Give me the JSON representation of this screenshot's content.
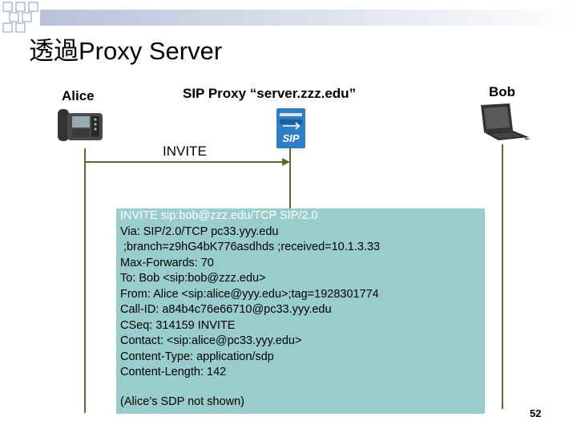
{
  "slide": {
    "title": "透過Proxy Server",
    "page_number": "52"
  },
  "actors": {
    "alice": "Alice",
    "proxy": "SIP Proxy “server.zzz.edu”",
    "bob": "Bob"
  },
  "icons": {
    "alice_device": "ip-phone-icon",
    "proxy_device": "sip-server-icon",
    "bob_device": "laptop-icon",
    "server_logo_text": "SIP"
  },
  "message": {
    "arrow_label": "INVITE",
    "lines": [
      "INVITE sip:bob@zzz.edu/TCP SIP/2.0",
      "Via: SIP/2.0/TCP pc33.yyy.edu",
      " ;branch=z9hG4bK776asdhds ;received=10.1.3.33",
      "Max-Forwards: 70",
      "To: Bob <sip:bob@zzz.edu>",
      "From: Alice <sip:alice@yyy.edu>;tag=1928301774",
      "Call-ID: a84b4c76e66710@pc33.yyy.edu",
      "CSeq: 314159 INVITE",
      "Contact: <sip:alice@pc33.yyy.edu>",
      "Content-Type: application/sdp",
      "Content-Length: 142"
    ],
    "note": "(Alice’s SDP not shown)"
  },
  "colors": {
    "message_box": "#99cccc",
    "lifeline": "#666633",
    "first_line_text": "#ffffff"
  }
}
